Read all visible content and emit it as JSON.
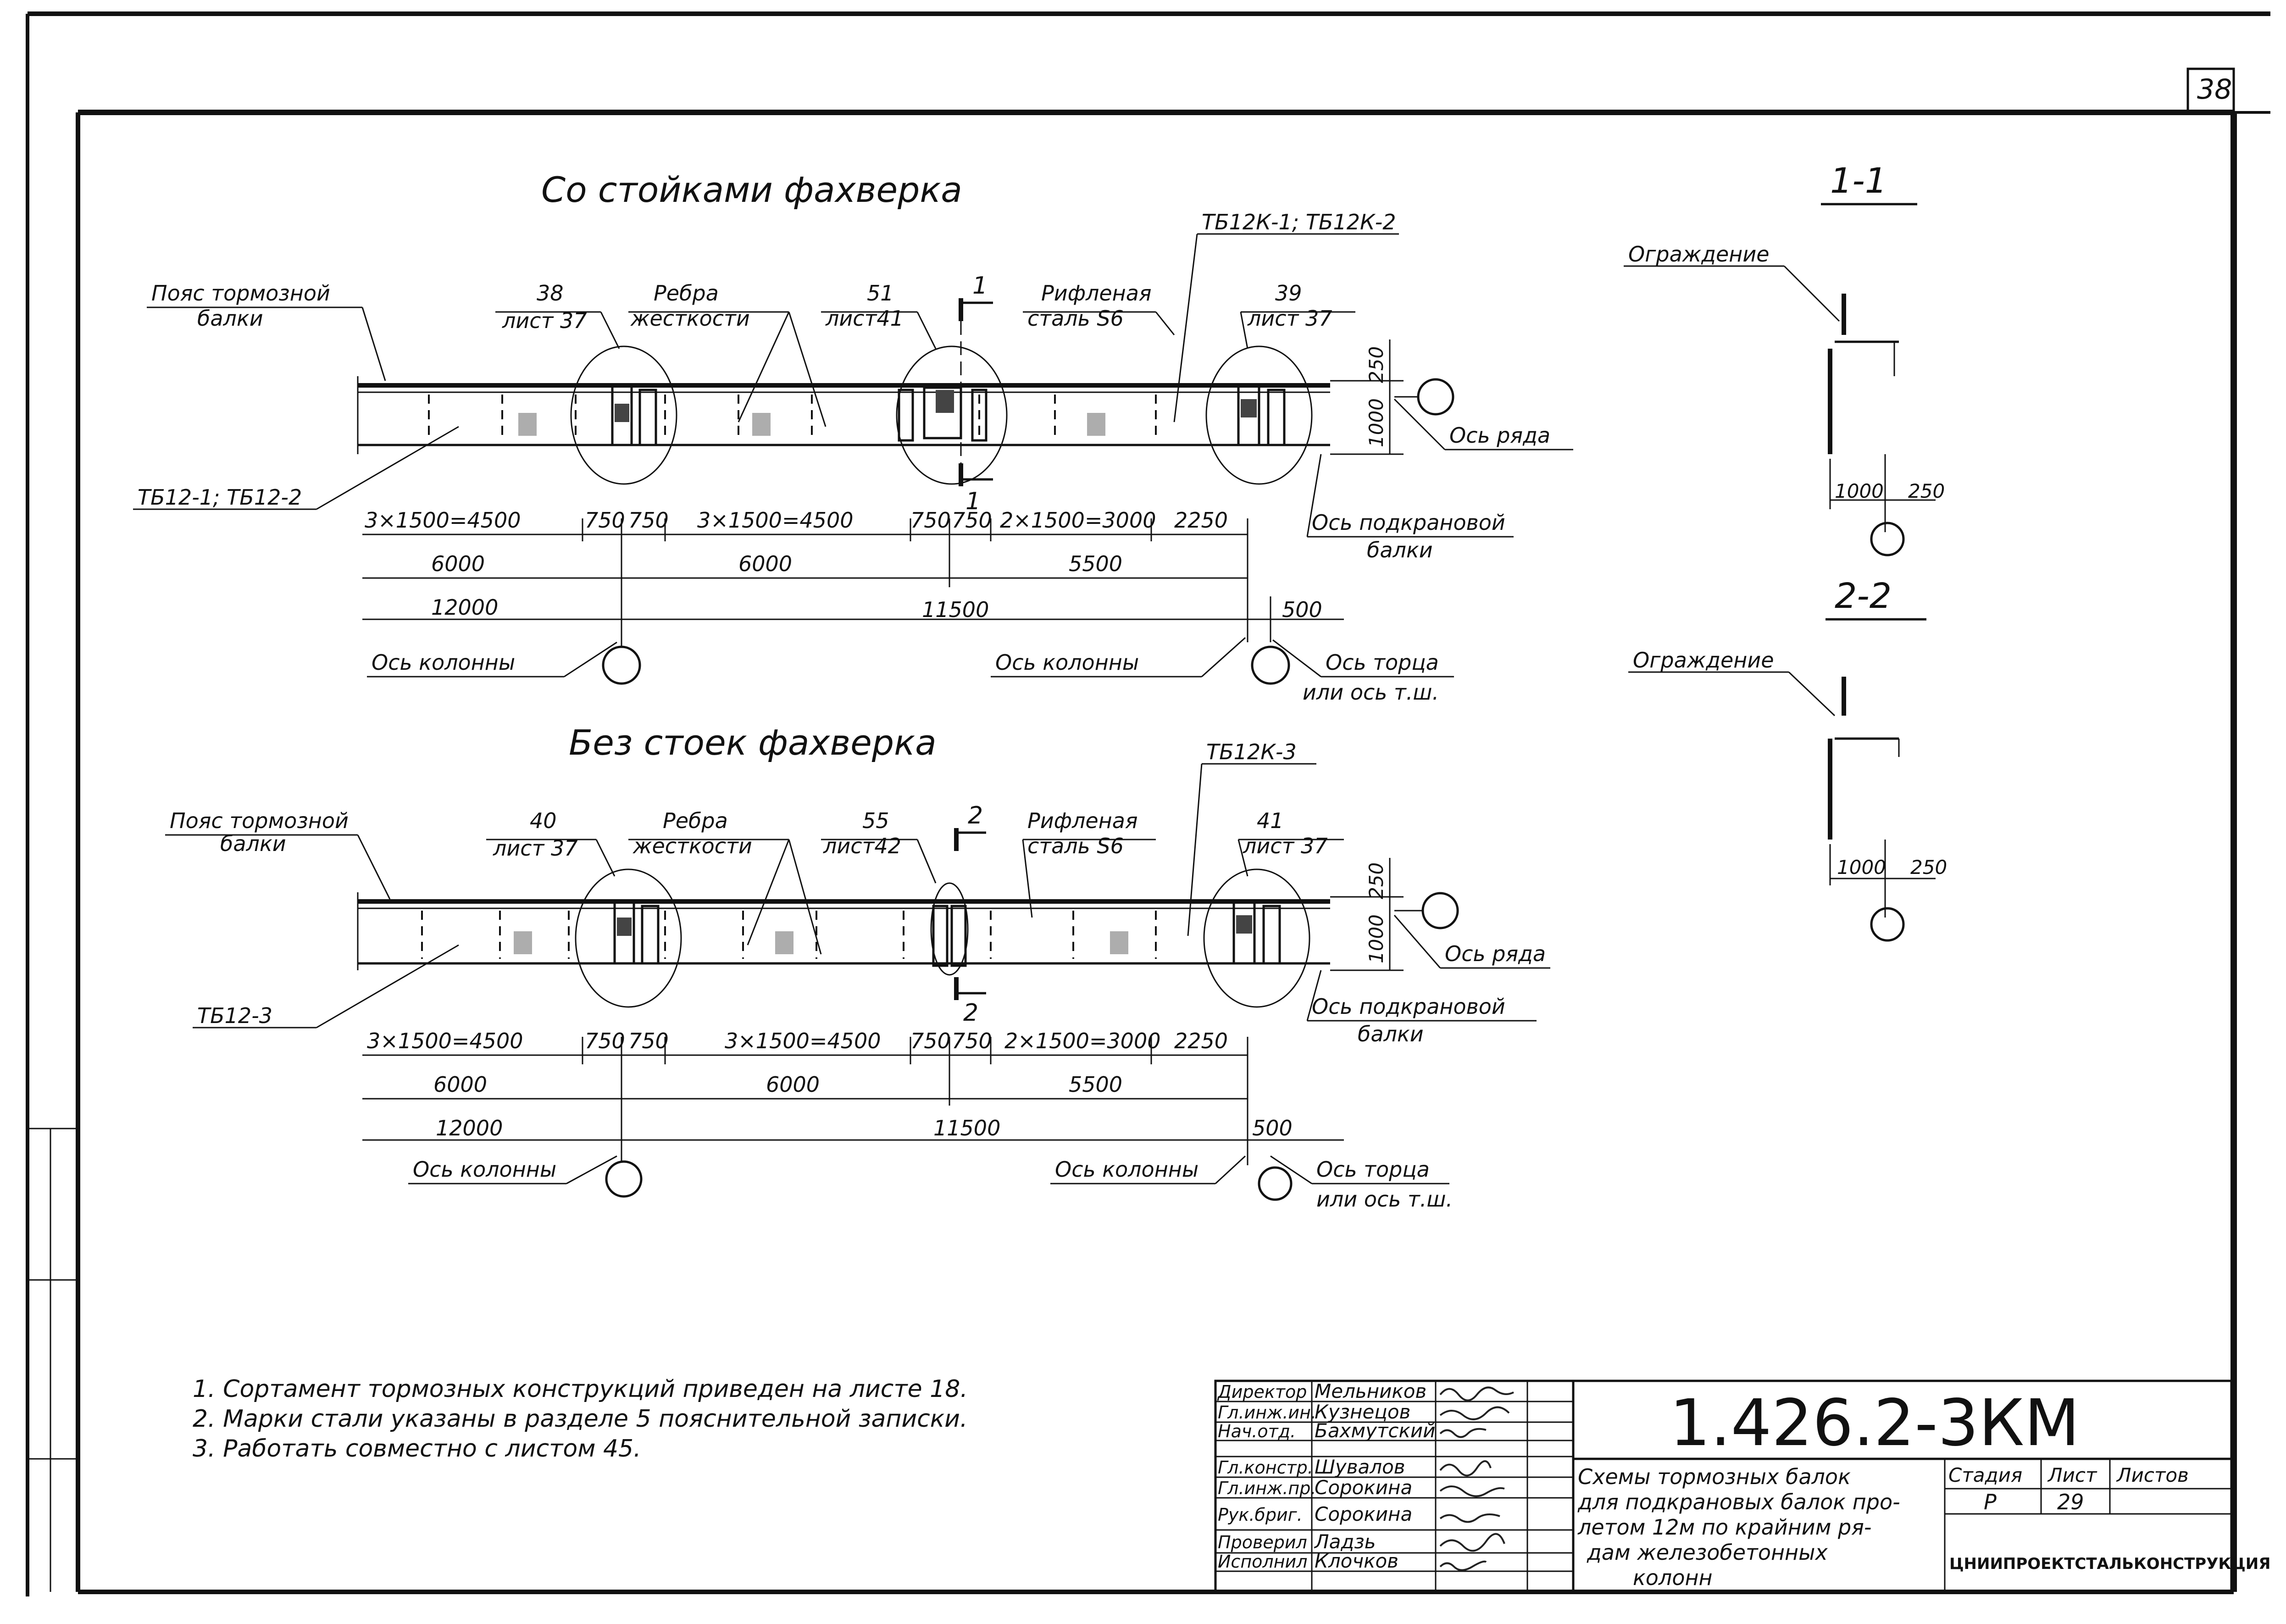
{
  "sheet": {
    "page_number": "38"
  },
  "upper": {
    "title": "Со стойками фахверка",
    "belt": [
      "Пояс тормозной",
      "балки"
    ],
    "mark_left": "ТБ12-1; ТБ12-2",
    "mark_top": "ТБ12К-1; ТБ12К-2",
    "node_a": [
      "38",
      "лист 37"
    ],
    "ribs": [
      "Ребра",
      "жесткости"
    ],
    "node_b": [
      "51",
      "лист41"
    ],
    "plate": [
      "Рифленая",
      "сталь S6"
    ],
    "node_c": [
      "39",
      "лист 37"
    ],
    "section_mark": "1",
    "dims_row1": [
      "3×1500=4500",
      "750",
      "750",
      "3×1500=4500",
      "750",
      "750",
      "2×1500=3000",
      "2250"
    ],
    "dims_row2": [
      "6000",
      "6000",
      "5500"
    ],
    "dims_row3": [
      "12000",
      "11500",
      "500"
    ],
    "dim_250": "250",
    "dim_1000": "1000",
    "axis_row": "Ось ряда",
    "axis_crane": [
      "Ось подкрановой",
      "балки"
    ],
    "axis_col_1": "Ось колонны",
    "axis_col_2": "Ось колонны",
    "axis_end": [
      "Ось торца",
      "или ось т.ш."
    ]
  },
  "lower": {
    "title": "Без стоек фахверка",
    "belt": [
      "Пояс тормозной",
      "балки"
    ],
    "mark_left": "ТБ12-3",
    "mark_top": "ТБ12К-3",
    "node_a": [
      "40",
      "лист 37"
    ],
    "ribs": [
      "Ребра",
      "жесткости"
    ],
    "node_b": [
      "55",
      "лист42"
    ],
    "plate": [
      "Рифленая",
      "сталь S6"
    ],
    "node_c": [
      "41",
      "лист 37"
    ],
    "section_mark": "2",
    "dims_row1": [
      "3×1500=4500",
      "750",
      "750",
      "3×1500=4500",
      "750",
      "750",
      "2×1500=3000",
      "2250"
    ],
    "dims_row2": [
      "6000",
      "6000",
      "5500"
    ],
    "dims_row3": [
      "12000",
      "11500",
      "500"
    ],
    "dim_250": "250",
    "dim_1000": "1000",
    "axis_row": "Ось ряда",
    "axis_crane": [
      "Ось подкрановой",
      "балки"
    ],
    "axis_col_1": "Ось колонны",
    "axis_col_2": "Ось колонны",
    "axis_end": [
      "Ось торца",
      "или ось т.ш."
    ]
  },
  "section_1": {
    "title": "1-1",
    "label": "Ограждение",
    "dim_a": "1000",
    "dim_b": "250"
  },
  "section_2": {
    "title": "2-2",
    "label": "Ограждение",
    "dim_a": "1000",
    "dim_b": "250"
  },
  "notes": [
    "1. Сортамент тормозных конструкций приведен на листе 18.",
    "2. Марки стали указаны в разделе 5 пояснительной записки.",
    "3. Работать совместно с листом 45."
  ],
  "stamp": {
    "roles": [
      "Директор",
      "Гл.инж.ин.",
      "Нач.отд.",
      "Гл.констр.",
      "Гл.инж.пр.",
      "Рук.бриг.",
      "Проверил",
      "Исполнил"
    ],
    "names": [
      "Мельников",
      "Кузнецов",
      "Бахмутский",
      "Шувалов",
      "Сорокина",
      "Сорокина",
      "Ладзь",
      "Клочков"
    ],
    "code": "1.426.2-3КМ",
    "description": [
      "Схемы тормозных балок",
      "для подкрановых балок про-",
      "летом 12м по крайним ря-",
      "дам железобетонных",
      "колонн"
    ],
    "col_stage": "Стадия",
    "col_sheet": "Лист",
    "col_sheets": "Листов",
    "stage": "Р",
    "sheet": "29",
    "org": "ЦНИИПРОЕКТСТАЛЬКОНСТРУКЦИЯ"
  }
}
